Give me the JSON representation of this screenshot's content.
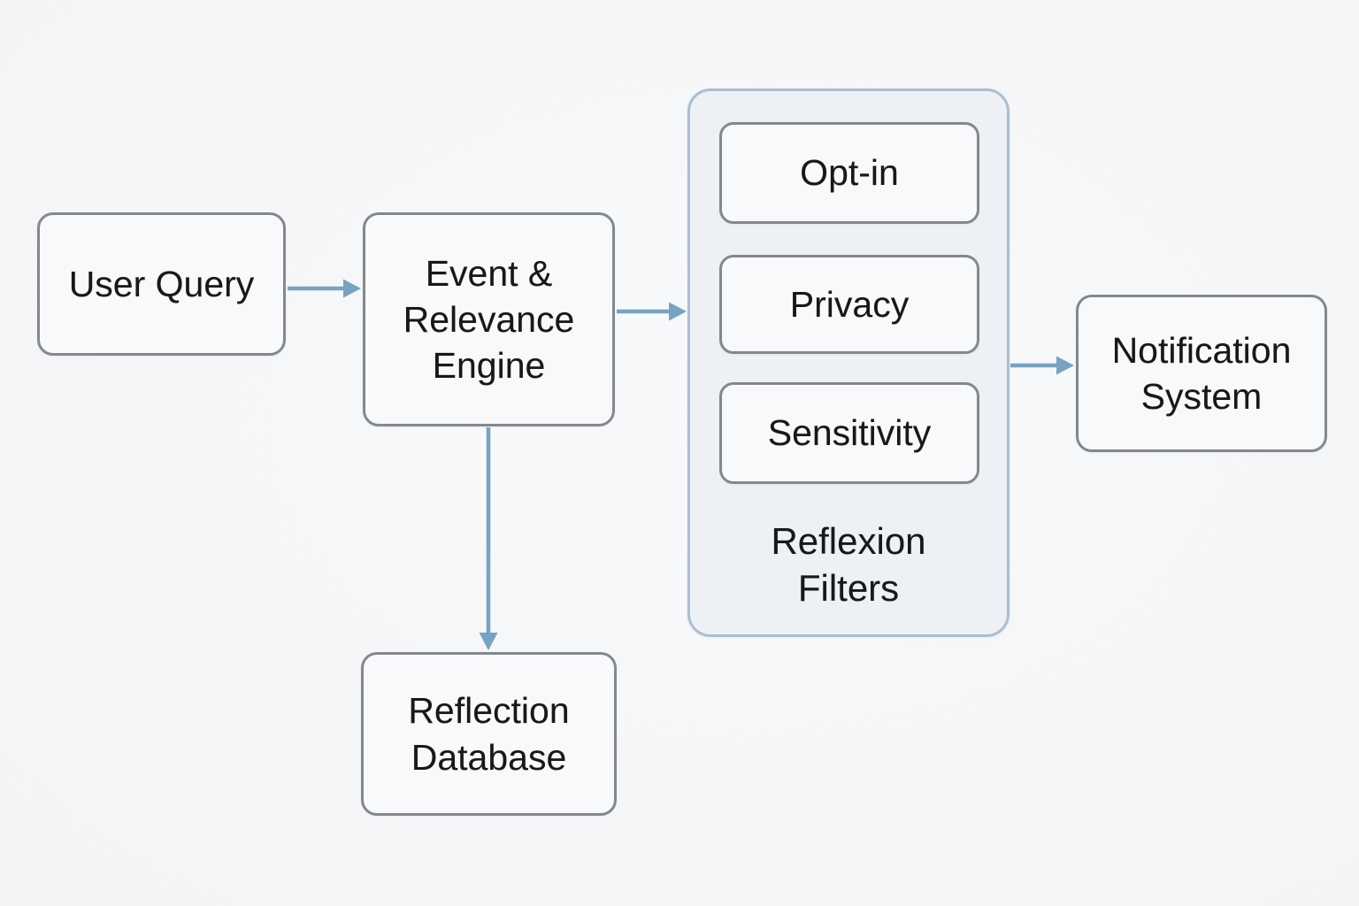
{
  "colors": {
    "background": "#f3f4f6",
    "background_light": "#f8f9fa",
    "node_fill": "#f7f9fb",
    "node_border": "#84888e",
    "group_fill": "#edf1f6",
    "group_border": "#aabed2",
    "arrow": "#76a3c3",
    "text": "#17181a"
  },
  "nodes": {
    "user_query": {
      "label": "User Query"
    },
    "event_engine": {
      "label": "Event &\nRelevance\nEngine"
    },
    "opt_in": {
      "label": "Opt-in"
    },
    "privacy": {
      "label": "Privacy"
    },
    "sensitivity": {
      "label": "Sensitivity"
    },
    "notification_system": {
      "label": "Notification\nSystem"
    },
    "reflection_database": {
      "label": "Reflection\nDatabase"
    }
  },
  "groups": {
    "reflexion_filters": {
      "label": "Reflexion\nFilters"
    }
  }
}
